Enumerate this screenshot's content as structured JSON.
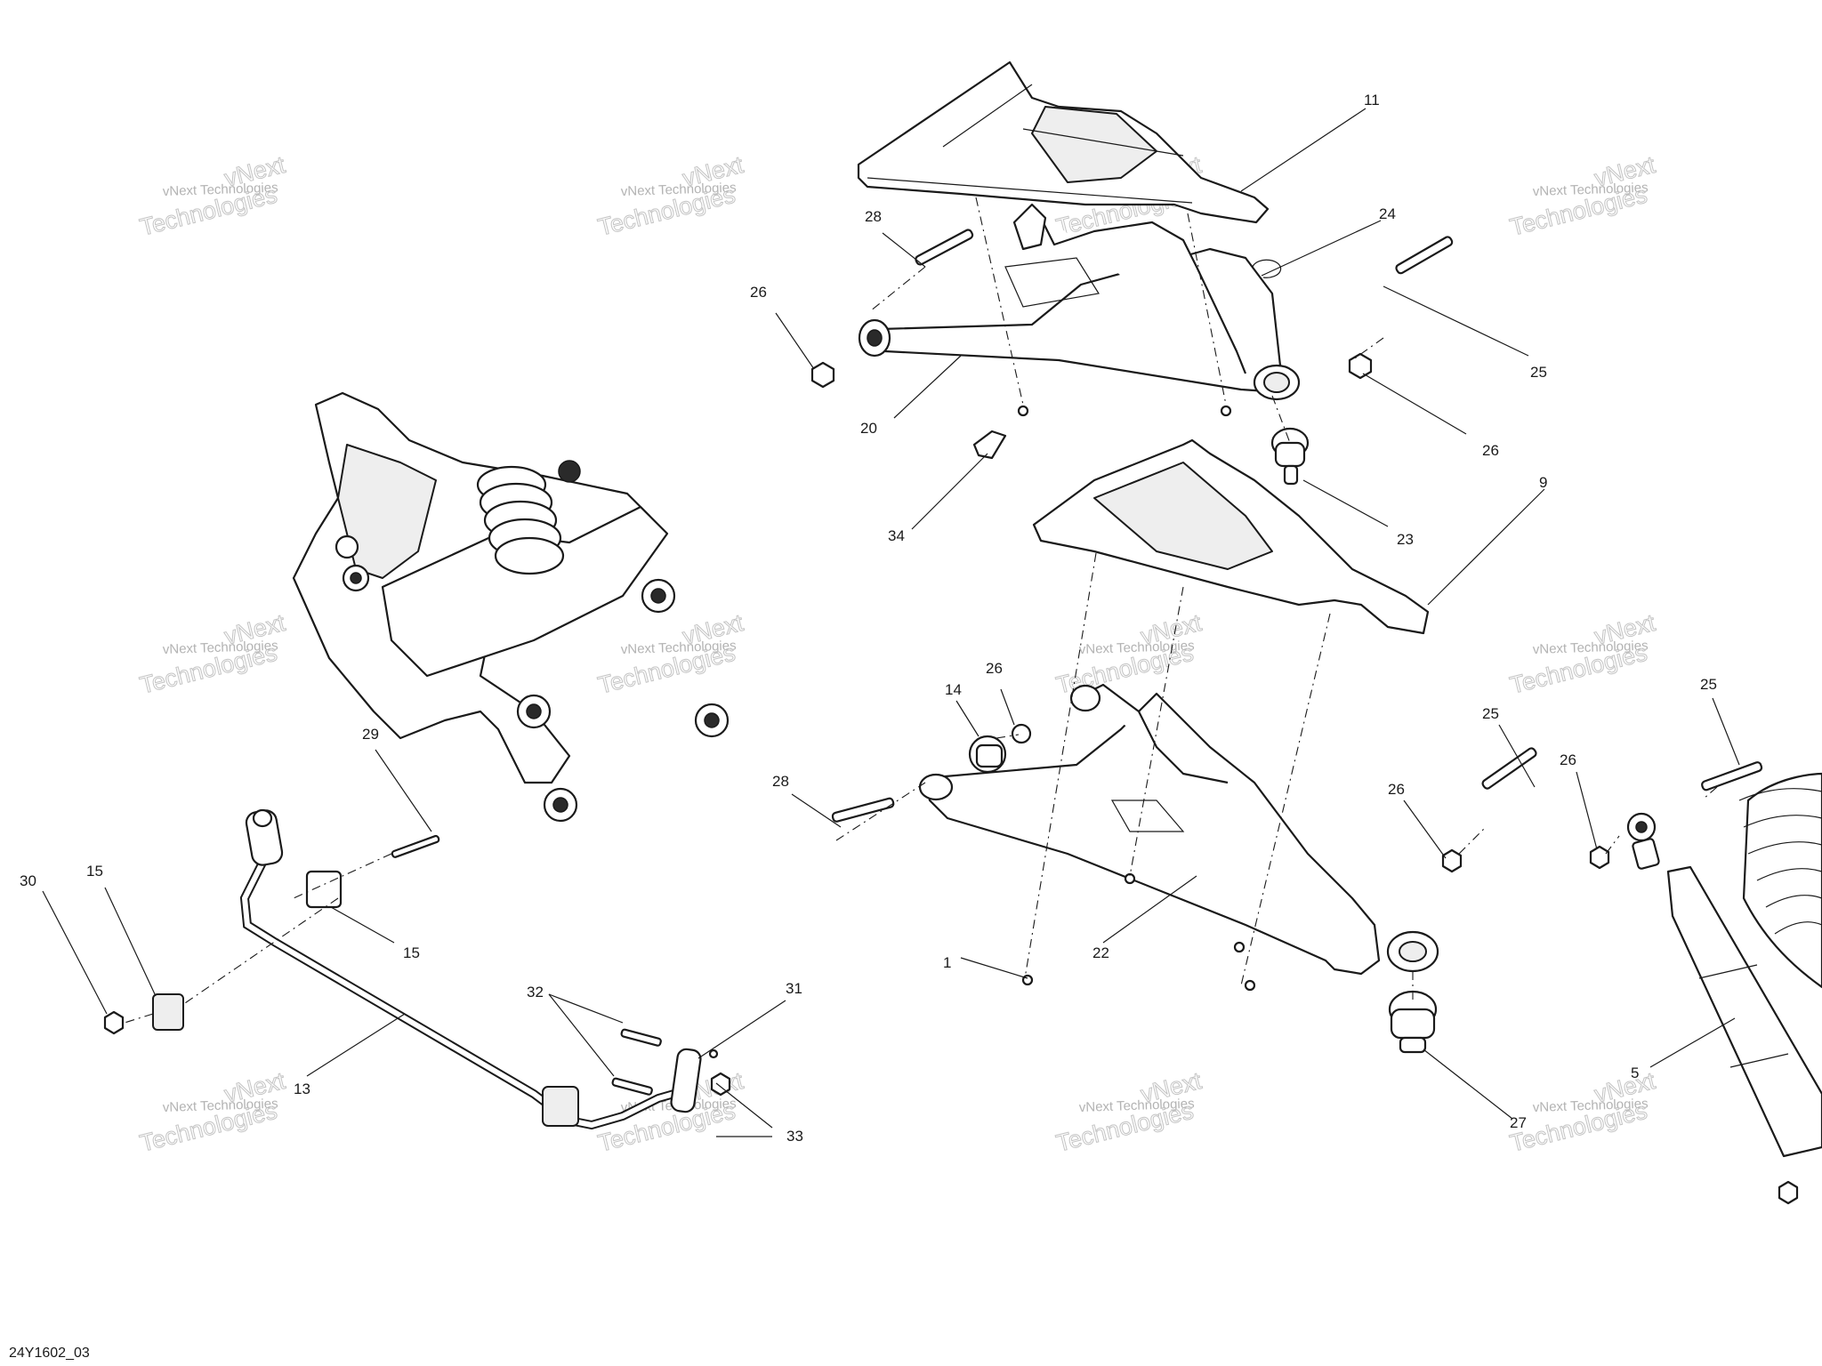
{
  "diagram_code": "24Y1602_03",
  "callouts": [
    {
      "id": "c11",
      "text": "11"
    },
    {
      "id": "c28a",
      "text": "28"
    },
    {
      "id": "c24",
      "text": "24"
    },
    {
      "id": "c26a",
      "text": "26"
    },
    {
      "id": "c25a",
      "text": "25"
    },
    {
      "id": "c20",
      "text": "20"
    },
    {
      "id": "c26b",
      "text": "26"
    },
    {
      "id": "c34",
      "text": "34"
    },
    {
      "id": "c23",
      "text": "23"
    },
    {
      "id": "c9",
      "text": "9"
    },
    {
      "id": "c14",
      "text": "14"
    },
    {
      "id": "c26c",
      "text": "26"
    },
    {
      "id": "c25b",
      "text": "25"
    },
    {
      "id": "c25c",
      "text": "25"
    },
    {
      "id": "c29",
      "text": "29"
    },
    {
      "id": "c28b",
      "text": "28"
    },
    {
      "id": "c26d",
      "text": "26"
    },
    {
      "id": "c26e",
      "text": "26"
    },
    {
      "id": "c15a",
      "text": "15"
    },
    {
      "id": "c30",
      "text": "30"
    },
    {
      "id": "c15b",
      "text": "15"
    },
    {
      "id": "c1",
      "text": "1"
    },
    {
      "id": "c22",
      "text": "22"
    },
    {
      "id": "c32",
      "text": "32"
    },
    {
      "id": "c31",
      "text": "31"
    },
    {
      "id": "c13",
      "text": "13"
    },
    {
      "id": "c33",
      "text": "33"
    },
    {
      "id": "c5",
      "text": "5"
    },
    {
      "id": "c27",
      "text": "27"
    }
  ],
  "watermark": {
    "line1": "vNext Technologies",
    "line2": "vNext",
    "line3": "Technologies"
  }
}
